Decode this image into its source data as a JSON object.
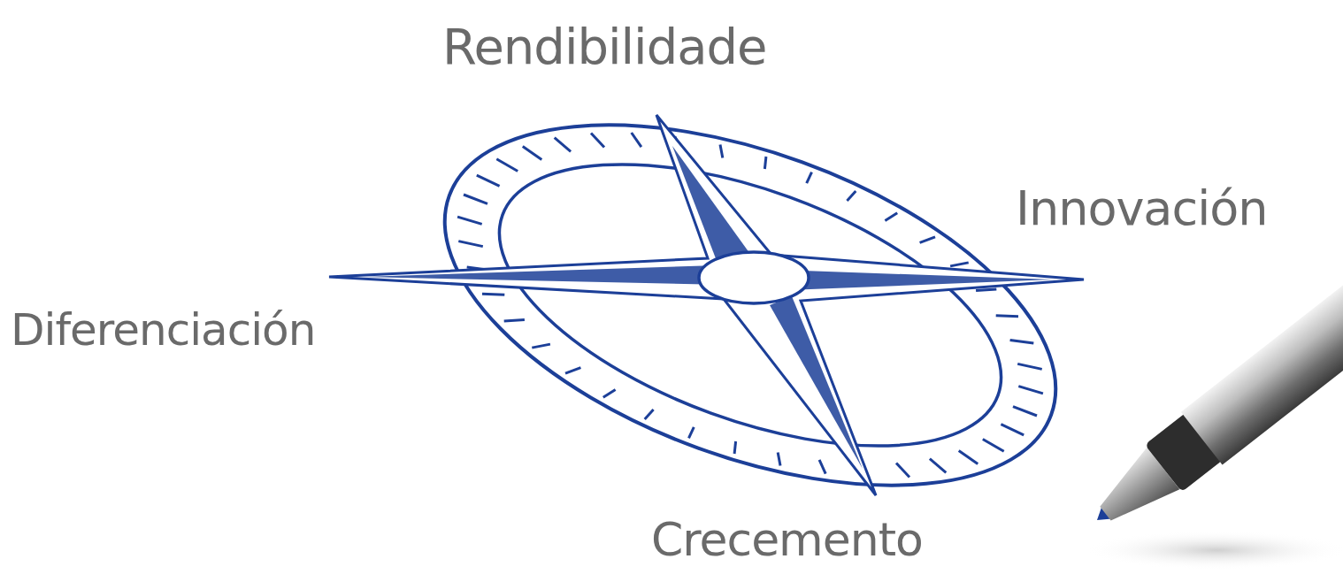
{
  "diagram": {
    "labels": [
      "Rendibilidade",
      "Innovación",
      "Diferenciación",
      "Crecemento"
    ]
  }
}
